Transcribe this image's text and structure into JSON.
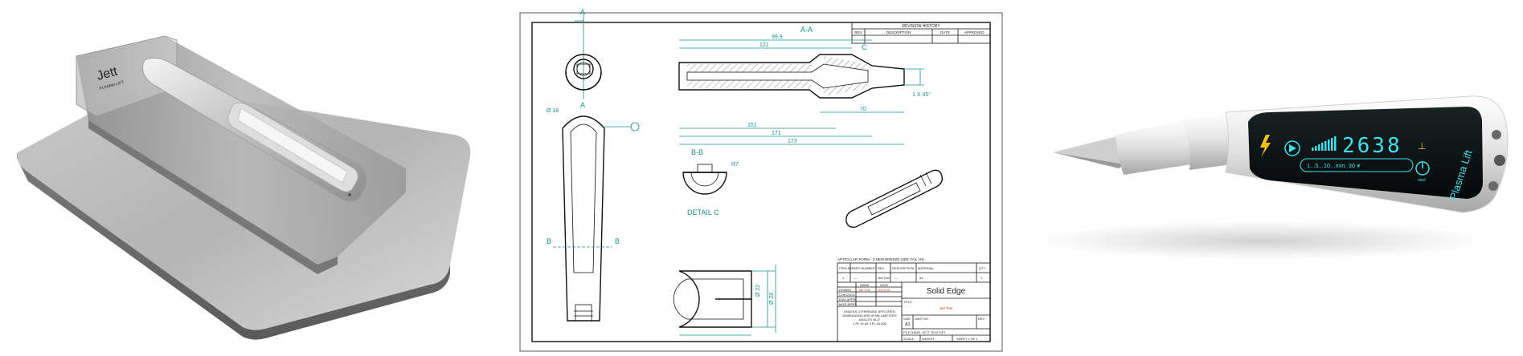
{
  "left_render": {
    "dock_brand": "Jett",
    "dock_brand_sub": "PLASMA LIFT"
  },
  "drawing": {
    "revision_history": {
      "title": "REVISION HISTORY",
      "columns": [
        "REV",
        "DESCRIPTION",
        "DATE",
        "APPROVED"
      ]
    },
    "section_labels": {
      "a_top": "A",
      "a_bottom": "A",
      "section_aa": "A-A",
      "section_bb": "B-B",
      "detail_c": "DETAIL C",
      "c_marker": "C",
      "b_left": "B",
      "b_right": "B"
    },
    "dimensions": {
      "d1": "99.9",
      "d2": "121",
      "d3": "151",
      "d4": "171",
      "d5": "173",
      "d6": "70",
      "d7": "1 X 45°",
      "d8": "Ø 18",
      "d9": "R7",
      "d10": "Ø 22",
      "d11": "Ø 28"
    },
    "title_block": {
      "note": "APTICULAR FORM - 3 NEW BREEZE (SEE TAIL 1N)",
      "parts_header": [
        "ITEM NO",
        "PART NUMBER",
        "REV",
        "DESCRIPTION",
        "MATERIAL",
        "QTY"
      ],
      "parts_row": [
        "1",
        "----",
        "Jett Tele",
        "----",
        "AL",
        "1"
      ],
      "drawn": "DRAWN",
      "checked": "CHECKED",
      "eng_appr": "ENG APPR",
      "mgr_appr": "MGR APPR",
      "name_col": "NAME",
      "date_col": "DATE",
      "drawn_name": "Jett Tele",
      "drawn_date": "10/10/16",
      "company": "Solid Edge",
      "title_label": "TITLE",
      "part_title": "Jett Tele",
      "unless_note": "UNLESS OTHERWISE SPECIFIED\nDIMENSIONS ARE IN MILLIMETERS\nANGLES ±0.5°\n2 PL ±0.05 3 PL ±0.005",
      "size": "SIZE",
      "size_val": "A3",
      "dwg_no": "DWG NO",
      "rev": "REV",
      "file_name": "FILE NAME: JETT TELE.DFT",
      "scale": "SCALE",
      "weight": "WEIGHT",
      "sheet": "SHEET 1 OF 1"
    }
  },
  "right_render": {
    "display_number": "2638",
    "timer_text": "1...5...10...min. 30 ≢",
    "brand": "Plasma Lift",
    "power_label": "start"
  },
  "colors": {
    "dimension": "#1a8f8a",
    "display_bg": "#0a0f10",
    "display_glow": "#3ee0ea",
    "lightning": "#f2c21b",
    "pen_body": "#e8e8e8"
  }
}
